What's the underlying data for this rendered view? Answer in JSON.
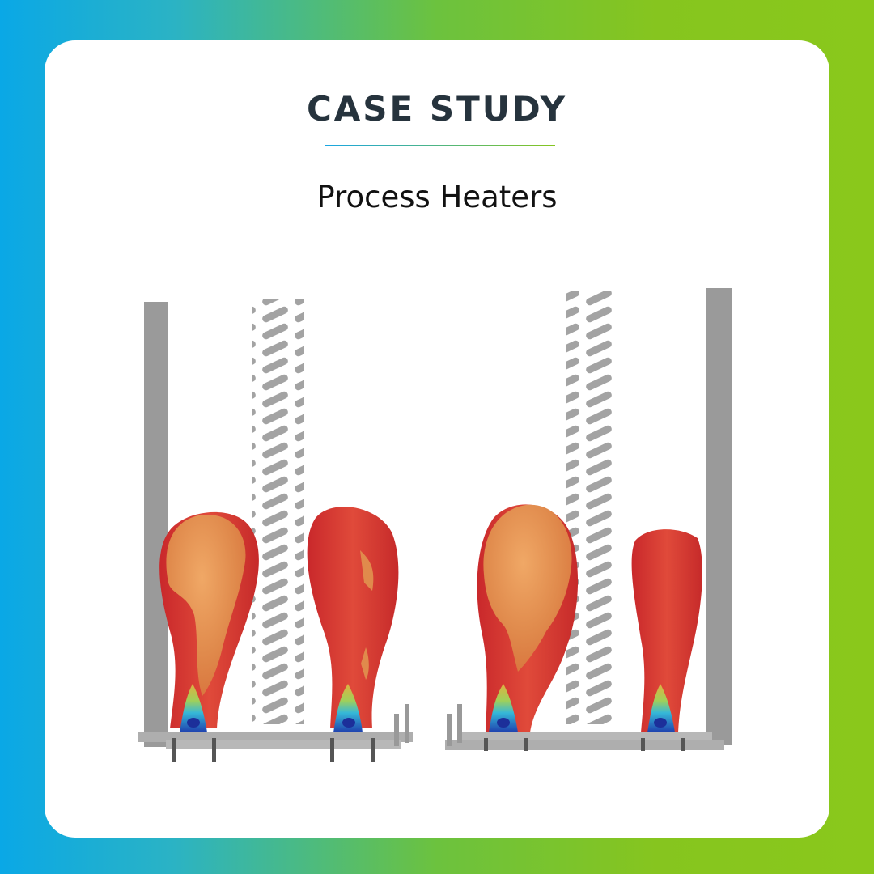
{
  "header": {
    "title": "CASE STUDY",
    "subtitle": "Process Heaters"
  },
  "colors": {
    "gradient_left": "#0aa8e6",
    "gradient_right": "#8ac81b",
    "title": "#26333d",
    "flame_outer": "#d93a33",
    "flame_inner": "#e0894a",
    "wall": "#9a9a9a"
  },
  "illustration": {
    "subject": "CFD flame simulation in process heater furnace",
    "icons": [
      "furnace-wall",
      "tube-bank",
      "burner-flame"
    ]
  }
}
